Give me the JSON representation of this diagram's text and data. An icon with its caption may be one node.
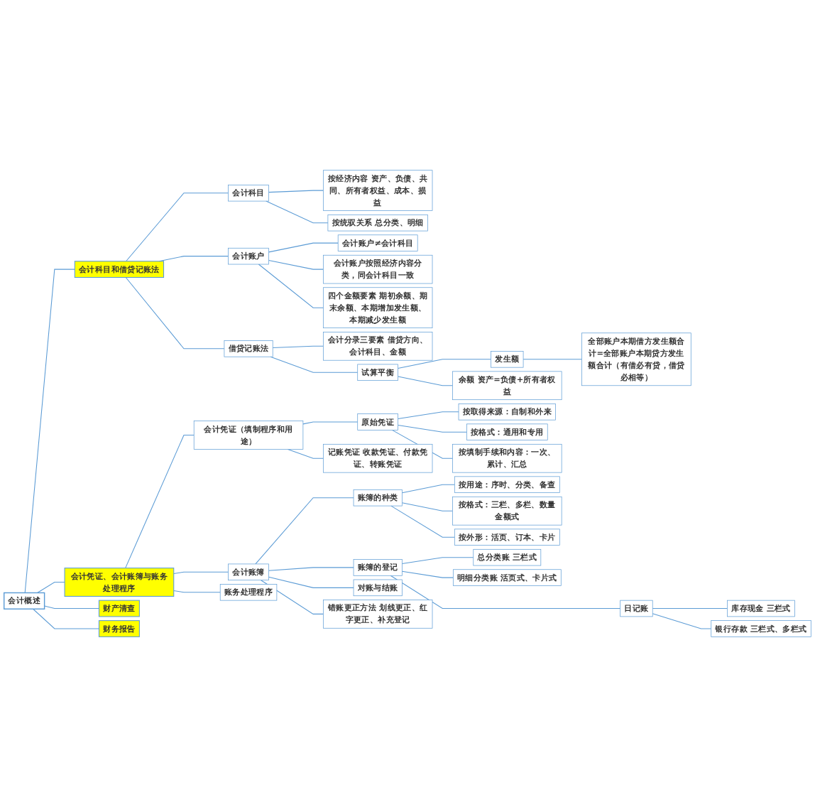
{
  "diagram": {
    "nodes": [
      {
        "text": [
          "会计概述"
        ]
      },
      {
        "text": [
          "会计科目和借贷记账法"
        ]
      },
      {
        "text": [
          "会计科目"
        ]
      },
      {
        "text": [
          "按经济内容 资产、负债、共同、所有者权益、成本、损益"
        ]
      },
      {
        "text": [
          "按统驭关系 总分类、明细"
        ]
      },
      {
        "text": [
          "会计账户"
        ]
      },
      {
        "text": [
          "会计账户≠会计科目"
        ]
      },
      {
        "text": [
          "会计账户按照经济内容分类，同会计科目一致"
        ]
      },
      {
        "text": [
          "四个金额要素 期初余额、期末余额、本期增加发生额、本期减少发生额"
        ]
      },
      {
        "text": [
          "借贷记账法"
        ]
      },
      {
        "text": [
          "会计分录三要素 借贷方向、会计科目、金额"
        ]
      },
      {
        "text": [
          "试算平衡"
        ]
      },
      {
        "text": [
          "发生额"
        ]
      },
      {
        "text": [
          "全部账户本期借方发生额合计=全部账户本期贷方发生额合计（有借必有贷，借贷必相等）"
        ]
      },
      {
        "text": [
          "余额 资产=负债+所有者权益"
        ]
      },
      {
        "text": [
          "会计凭证、会计账簿与账务处理程序"
        ]
      },
      {
        "text": [
          "会计凭证（填制程序和用途）"
        ]
      },
      {
        "text": [
          "原始凭证"
        ]
      },
      {
        "text": [
          "按取得来源：自制和外来"
        ]
      },
      {
        "text": [
          "按格式：通用和专用"
        ]
      },
      {
        "text": [
          "按填制手续和内容：一次、累计、汇总"
        ]
      },
      {
        "text": [
          "记账凭证 收款凭证、付款凭证、转账凭证"
        ]
      },
      {
        "text": [
          "会计账簿"
        ]
      },
      {
        "text": [
          "账簿的种类"
        ]
      },
      {
        "text": [
          "按用途：序时、分类、备查"
        ]
      },
      {
        "text": [
          "按格式：三栏、多栏、数量金额式"
        ]
      },
      {
        "text": [
          "按外形：活页、订本、卡片"
        ]
      },
      {
        "text": [
          "账簿的登记"
        ]
      },
      {
        "text": [
          "日记账"
        ]
      },
      {
        "text": [
          "库存现金 三栏式"
        ]
      },
      {
        "text": [
          "银行存款 三栏式、多栏式"
        ]
      },
      {
        "text": [
          "总分类账 三栏式"
        ]
      },
      {
        "text": [
          "明细分类账 活页式、卡片式"
        ]
      },
      {
        "text": [
          "对账与结账"
        ]
      },
      {
        "text": [
          "错账更正方法 划线更正、红字更正、补充登记"
        ]
      },
      {
        "text": [
          "账务处理程序"
        ]
      },
      {
        "text": [
          "财产清查"
        ]
      },
      {
        "text": [
          "财务报告"
        ]
      }
    ],
    "edges": [
      {
        "from": 0,
        "to": 1,
        "arrow": "none"
      },
      {
        "from": 1,
        "to": 2,
        "arrow": "none"
      },
      {
        "from": 2,
        "to": 3,
        "arrow": "none"
      },
      {
        "from": 2,
        "to": 4,
        "arrow": "none"
      },
      {
        "from": 1,
        "to": 5,
        "arrow": "none"
      },
      {
        "from": 5,
        "to": 6,
        "arrow": "none"
      },
      {
        "from": 5,
        "to": 7,
        "arrow": "none"
      },
      {
        "from": 5,
        "to": 8,
        "arrow": "none"
      },
      {
        "from": 1,
        "to": 9,
        "arrow": "none"
      },
      {
        "from": 9,
        "to": 10,
        "arrow": "none"
      },
      {
        "from": 9,
        "to": 11,
        "arrow": "none"
      },
      {
        "from": 11,
        "to": 12,
        "arrow": "none"
      },
      {
        "from": 12,
        "to": 13,
        "arrow": "none"
      },
      {
        "from": 11,
        "to": 14,
        "arrow": "none"
      },
      {
        "from": 0,
        "to": 15,
        "arrow": "none"
      },
      {
        "from": 15,
        "to": 16,
        "arrow": "none"
      },
      {
        "from": 16,
        "to": 17,
        "arrow": "none"
      },
      {
        "from": 17,
        "to": 18,
        "arrow": "none"
      },
      {
        "from": 17,
        "to": 19,
        "arrow": "none"
      },
      {
        "from": 17,
        "to": 20,
        "arrow": "none"
      },
      {
        "from": 16,
        "to": 21,
        "arrow": "none"
      },
      {
        "from": 15,
        "to": 22,
        "arrow": "none"
      },
      {
        "from": 22,
        "to": 23,
        "arrow": "none"
      },
      {
        "from": 23,
        "to": 24,
        "arrow": "none"
      },
      {
        "from": 23,
        "to": 25,
        "arrow": "none"
      },
      {
        "from": 23,
        "to": 26,
        "arrow": "none"
      },
      {
        "from": 22,
        "to": 27,
        "arrow": "none"
      },
      {
        "from": 27,
        "to": 28,
        "arrow": "none"
      },
      {
        "from": 28,
        "to": 29,
        "arrow": "none"
      },
      {
        "from": 28,
        "to": 30,
        "arrow": "none"
      },
      {
        "from": 27,
        "to": 31,
        "arrow": "none"
      },
      {
        "from": 27,
        "to": 32,
        "arrow": "none"
      },
      {
        "from": 22,
        "to": 33,
        "arrow": "none"
      },
      {
        "from": 22,
        "to": 34,
        "arrow": "none"
      },
      {
        "from": 15,
        "to": 35,
        "arrow": "none"
      },
      {
        "from": 0,
        "to": 36,
        "arrow": "none"
      },
      {
        "from": 0,
        "to": 37,
        "arrow": "none"
      }
    ]
  }
}
